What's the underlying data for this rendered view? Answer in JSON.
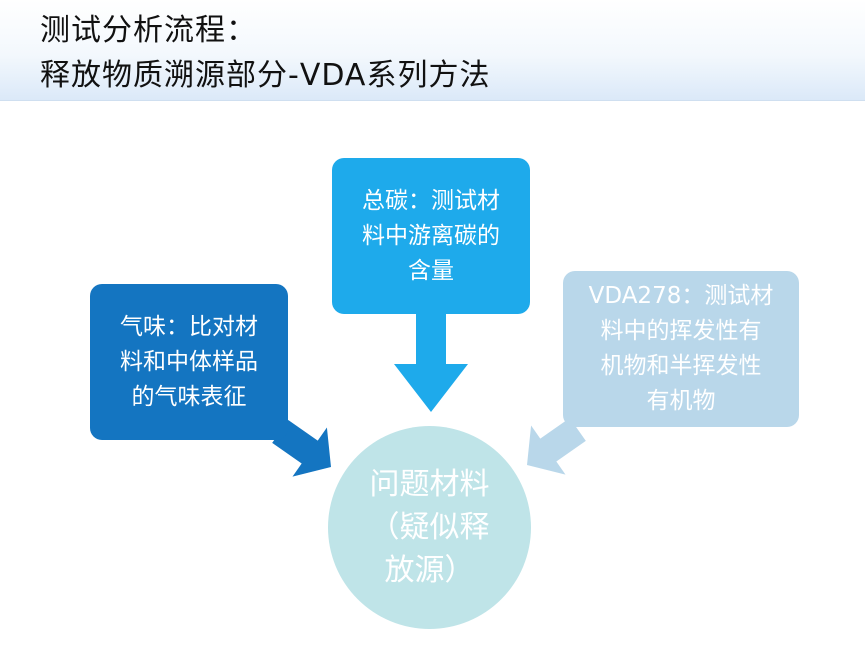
{
  "header": {
    "title_line1": "测试分析流程：",
    "title_line2": "释放物质溯源部分-VDA系列方法"
  },
  "diagram": {
    "left_box": "气味：比对材\n料和中体样品\n的气味表征",
    "top_box": "总碳：测试材\n料中游离碳的\n含量",
    "right_box": "VDA278：测试材\n料中的挥发性有\n机物和半挥发性\n有机物",
    "center_circle": "问题材料\n（疑似释\n放源）"
  },
  "colors": {
    "left_box": "#1475c1",
    "top_box": "#1eaaeb",
    "right_box": "#b9d7ea",
    "center_circle": "#bfe4e8"
  }
}
